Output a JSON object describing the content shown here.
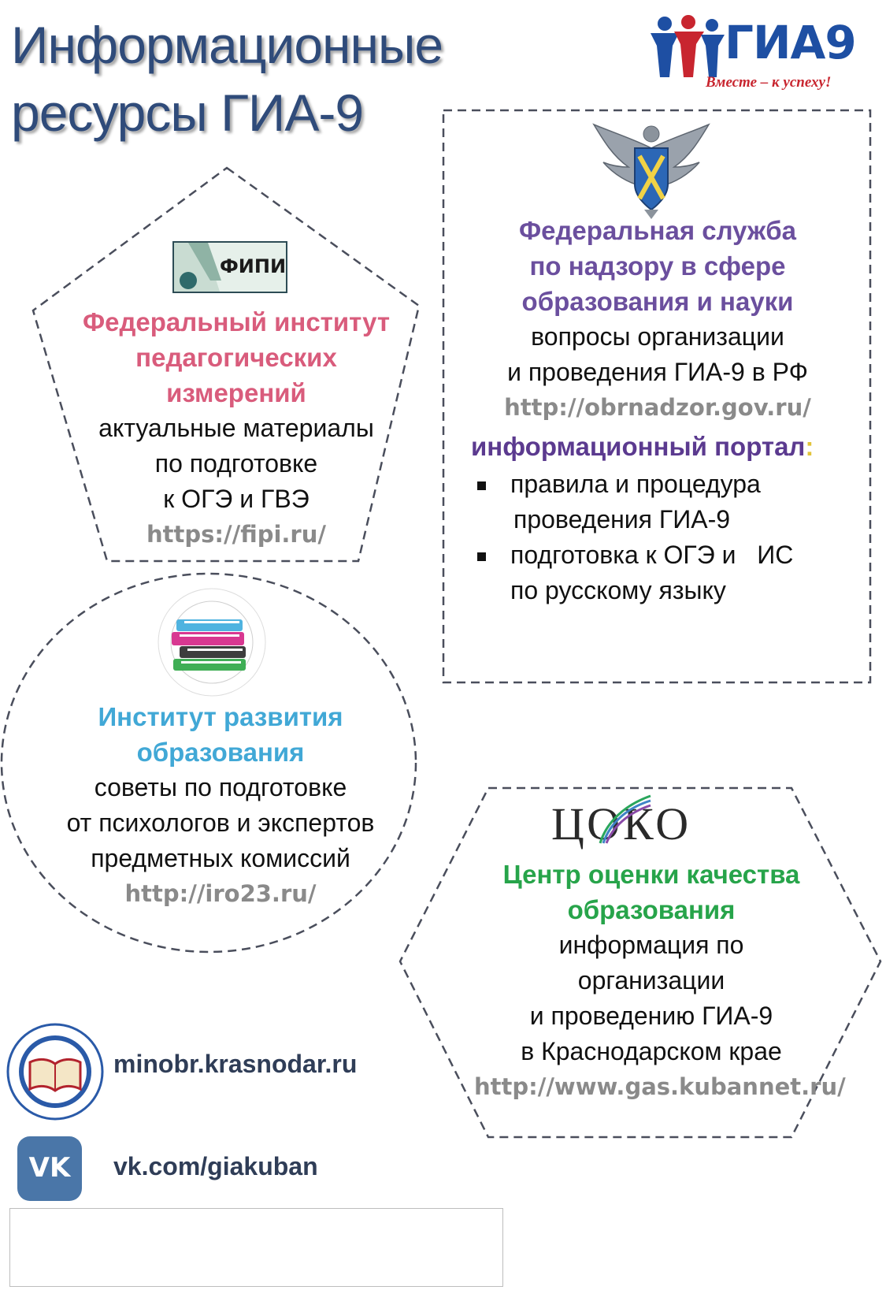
{
  "page": {
    "title_line1": "Информационные",
    "title_line2": "ресурсы ГИА-9"
  },
  "gia_logo": {
    "text": "ГИА9",
    "slogan": "Вместе – к успеху!"
  },
  "fipi": {
    "logo_text": "ФИПИ",
    "heading": [
      "Федеральный институт",
      "педагогических",
      "измерений"
    ],
    "body": [
      "актуальные материалы",
      "по подготовке",
      "к ОГЭ и ГВЭ"
    ],
    "url": "https://fipi.ru/"
  },
  "rosobrnadzor": {
    "heading": [
      "Федеральная служба",
      "по надзору в сфере",
      "образования и науки"
    ],
    "body": [
      "вопросы организации",
      "и проведения ГИА-9 в РФ"
    ],
    "url": "http://obrnadzor.gov.ru/",
    "portal_title": "информационный портал",
    "portal_colon": ":",
    "portal_items": [
      [
        "правила и процедура",
        "проведения ГИА-9"
      ],
      [
        "подготовка к ОГЭ и   ИС",
        "по русскому языку"
      ]
    ]
  },
  "iro": {
    "heading": [
      "Институт развития",
      "образования"
    ],
    "body": [
      "советы по подготовке",
      "от психологов и экспертов",
      "предметных комиссий"
    ],
    "url": "http://iro23.ru/"
  },
  "coko": {
    "logo_text": "ЦОКО",
    "heading": [
      "Центр оценки качества",
      "образования"
    ],
    "body": [
      "информация по",
      "организации",
      "и проведению ГИА-9",
      "в Краснодарском крае"
    ],
    "url": "http://www.gas.kubannet.ru/"
  },
  "links": {
    "minobr": "minobr.krasnodar.ru",
    "vk": "vk.com/giakuban",
    "vk_icon_text": "VK"
  },
  "colors": {
    "title": "#2f4b7a",
    "fipi_heading": "#d95c7c",
    "rosobr_heading": "#6b4f9e",
    "iro_heading": "#41a8d6",
    "coko_heading": "#27a44a",
    "url": "#8a8a8a",
    "link": "#2f3d57",
    "vk_brand": "#4a76a8"
  }
}
